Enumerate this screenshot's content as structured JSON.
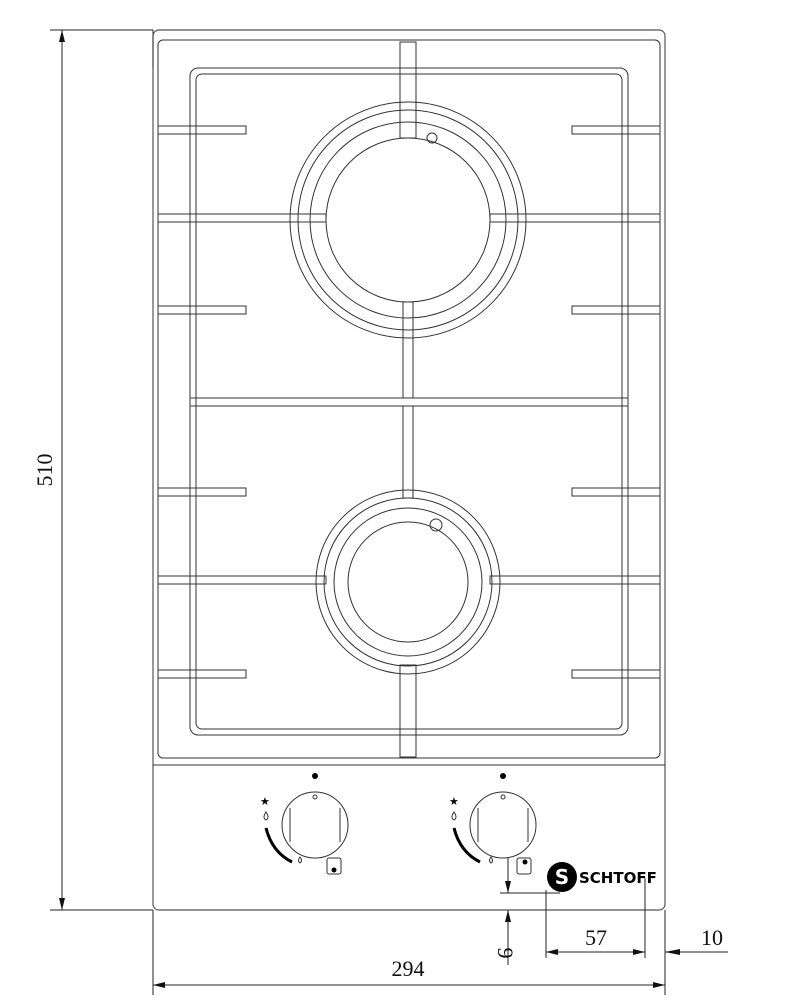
{
  "drawing": {
    "title": "Gas hob two-burner technical drawing",
    "brand": "SCHTOFF",
    "brand_mark": "S",
    "dimensions": {
      "height": "510",
      "width": "294",
      "logo_width": "57",
      "logo_right_offset": "10",
      "logo_bottom_offset": "9"
    },
    "knob_symbols": {
      "ignition": "★",
      "flame_max": "🔥",
      "flame_min": "💧"
    }
  }
}
